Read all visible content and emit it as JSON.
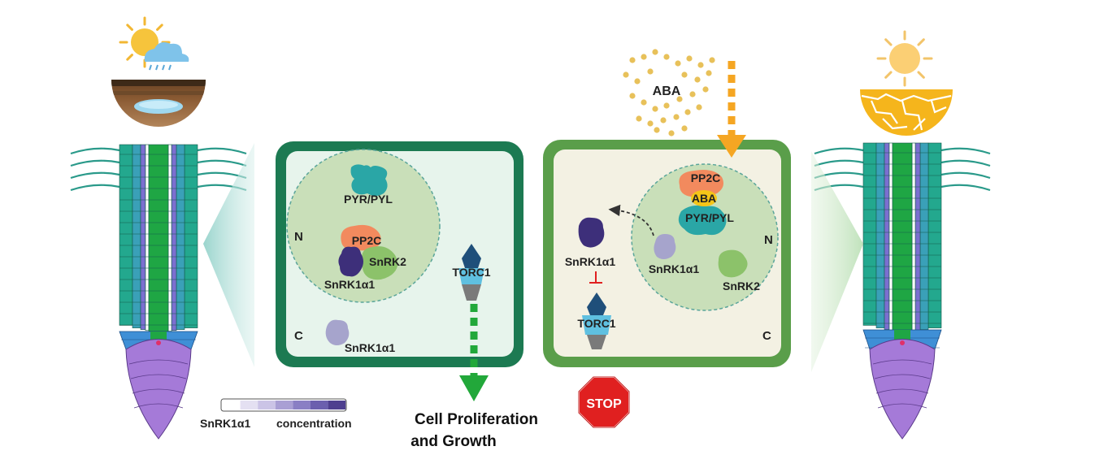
{
  "left_cell": {
    "nucleus_label": "N",
    "cytoplasm_label": "C",
    "pyr_label": "PYR/PYL",
    "pp2c_label": "PP2C",
    "snrk2_label": "SnRK2",
    "snrk1_nucleus_label": "SnRK1α1",
    "snrk1_cyto_label": "SnRK1α1",
    "torc1_label": "TORC1"
  },
  "right_cell": {
    "nucleus_label": "N",
    "cytoplasm_label": "C",
    "pp2c_label": "PP2C",
    "aba_complex_label": "ABA",
    "pyr_label": "PYR/PYL",
    "snrk1_nucleus_label": "SnRK1α1",
    "snrk2_label": "SnRK2",
    "snrk1_cyto_label": "SnRK1α1",
    "torc1_label": "TORC1"
  },
  "aba_cloud_label": "ABA",
  "outcome_line1": "Cell Proliferation",
  "outcome_line2": "and Growth",
  "stop_label": "STOP",
  "legend": {
    "label": "SnRK1α1",
    "suffix": "concentration",
    "colors": [
      "#ffffff",
      "#e4e0f2",
      "#cbc4e6",
      "#a99fd4",
      "#8a7fc4",
      "#6b5fae",
      "#4e3f8f"
    ]
  },
  "colors": {
    "left_border": "#1c7a52",
    "right_border": "#5a9e4a",
    "nucleus_fill": "#c9dfb9",
    "pp2c": "#f28a5e",
    "snrk2": "#8cc26a",
    "snrk1_dark": "#3d2f7a",
    "snrk1_light": "#a6a4cc",
    "pyr": "#2aa6a6",
    "torc1_top": "#1f4f7a",
    "torc1_mid": "#5fc0e0",
    "torc1_bottom": "#7a7a7a",
    "aba_dots": "#e8c15a",
    "arrow_green": "#22a83a",
    "arrow_orange": "#f5a623",
    "stop_red": "#e02020"
  }
}
